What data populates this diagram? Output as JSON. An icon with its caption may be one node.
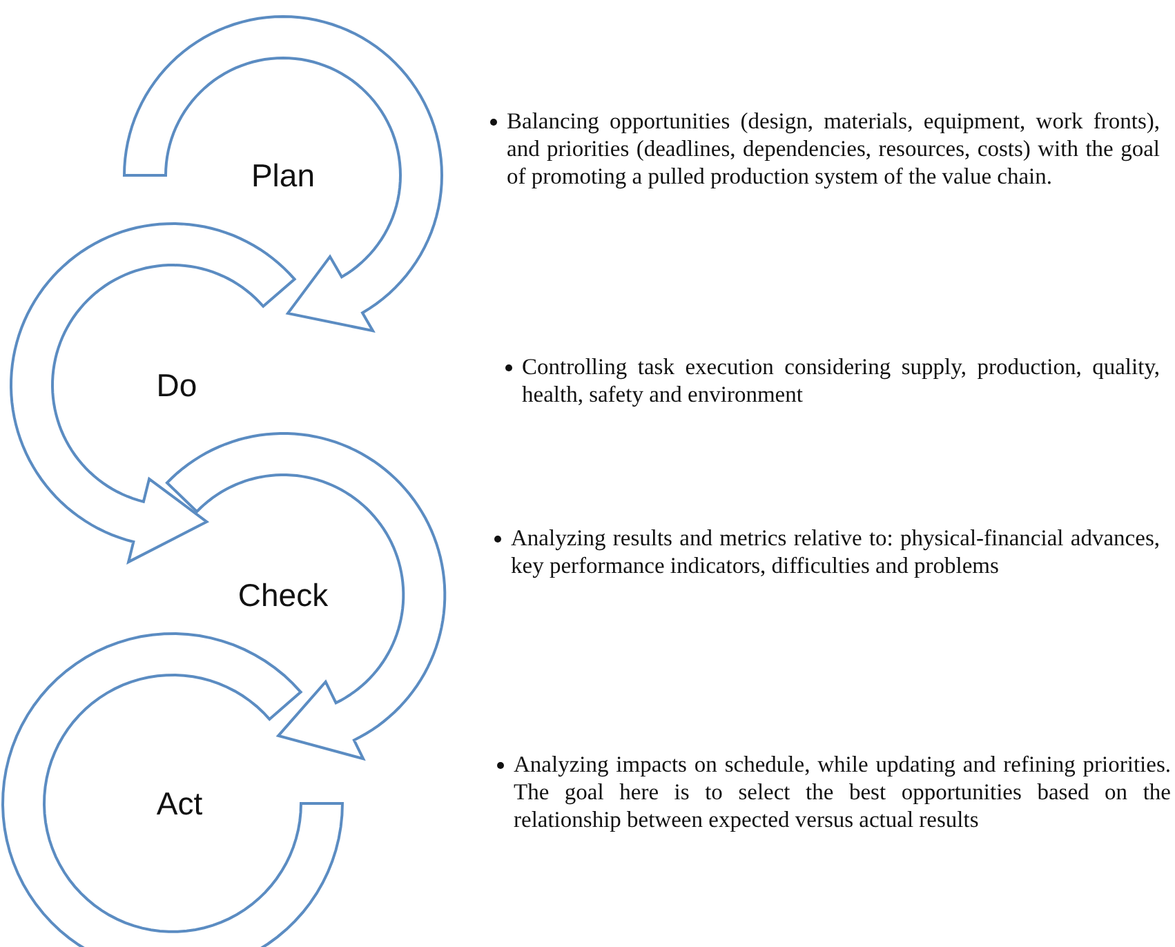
{
  "diagram": {
    "nodes": [
      {
        "text": [
          "Plan"
        ]
      },
      {
        "text": [
          "Do"
        ]
      },
      {
        "text": [
          "Check"
        ]
      },
      {
        "text": [
          "Act"
        ]
      }
    ],
    "labels": [
      "Balancing opportunities (design, materials, equipment, work fronts), and priorities (deadlines, dependencies, resources, costs) with the goal of promoting a pulled production system of the value chain.",
      "Controlling task execution considering supply, production, quality, health, safety and environment",
      "Analyzing results and metrics relative to: physical-financial advances, key performance indicators, difficulties and problems",
      "Analyzing impacts on schedule, while updating and refining priorities. The goal here is to select the best opportunities based on the relationship between expected versus actual results"
    ]
  }
}
